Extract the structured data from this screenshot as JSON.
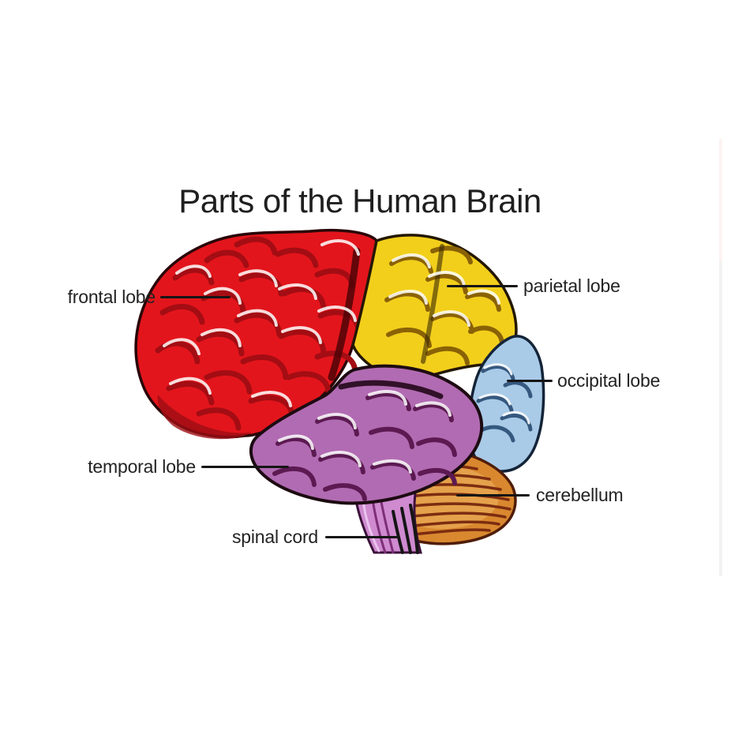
{
  "title": "Parts of the Human Brain",
  "diagram": {
    "subject": "human brain, lateral view, color-coded parts",
    "labels": [
      {
        "id": "frontal-lobe",
        "text": "frontal lobe",
        "color": "#e3151c"
      },
      {
        "id": "parietal-lobe",
        "text": "parietal lobe",
        "color": "#f2cf1b"
      },
      {
        "id": "occipital-lobe",
        "text": "occipital lobe",
        "color": "#a9cbe8"
      },
      {
        "id": "temporal-lobe",
        "text": "temporal lobe",
        "color": "#b16bb2"
      },
      {
        "id": "cerebellum",
        "text": "cerebellum",
        "color": "#d9882f"
      },
      {
        "id": "spinal-cord",
        "text": "spinal cord",
        "color": "#cf8ad0"
      }
    ],
    "colors": {
      "sulci_outline": "#2a0c10",
      "cerebellum_stripes": "#7c2c10",
      "leader_line": "#151515",
      "title_text": "#1f1f1f",
      "background": "#ffffff"
    }
  }
}
